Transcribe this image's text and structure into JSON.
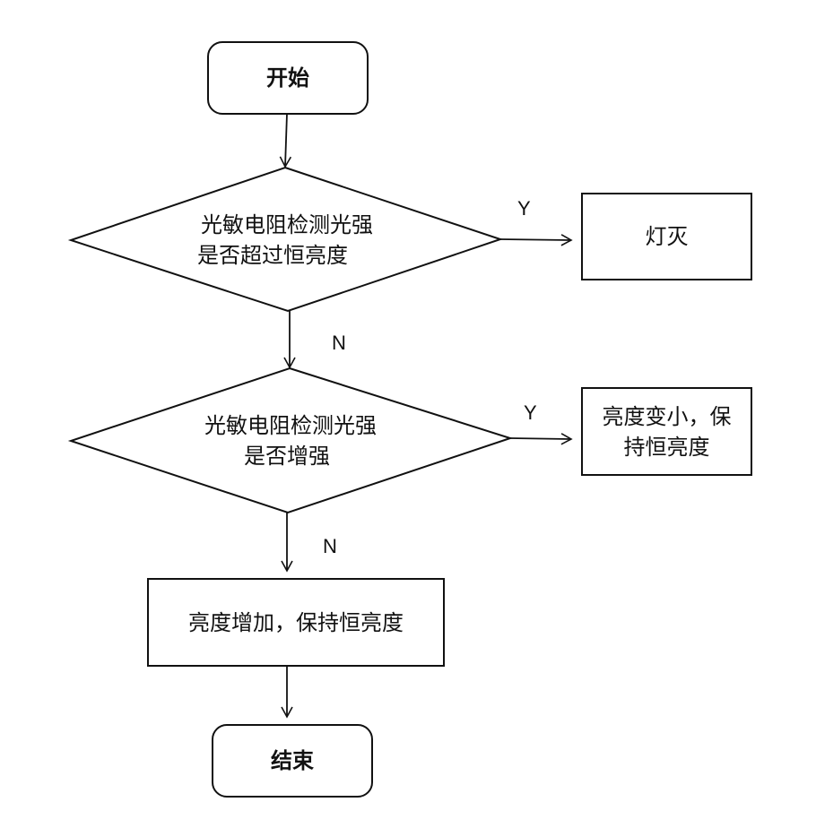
{
  "nodes": {
    "start": {
      "label": "开始"
    },
    "decision1": {
      "line1": "光敏电阻检测光强",
      "line2": "是否超过恒亮度"
    },
    "light_off": {
      "label": "灯灭"
    },
    "decision2": {
      "line1": "光敏电阻检测光强",
      "line2": "是否增强"
    },
    "dim": {
      "line1": "亮度变小，保",
      "line2": "持恒亮度"
    },
    "brighten": {
      "label": "亮度增加，保持恒亮度"
    },
    "end": {
      "label": "结束"
    }
  },
  "edges": {
    "d1_yes": "Y",
    "d1_no": "N",
    "d2_yes": "Y",
    "d2_no": "N"
  }
}
